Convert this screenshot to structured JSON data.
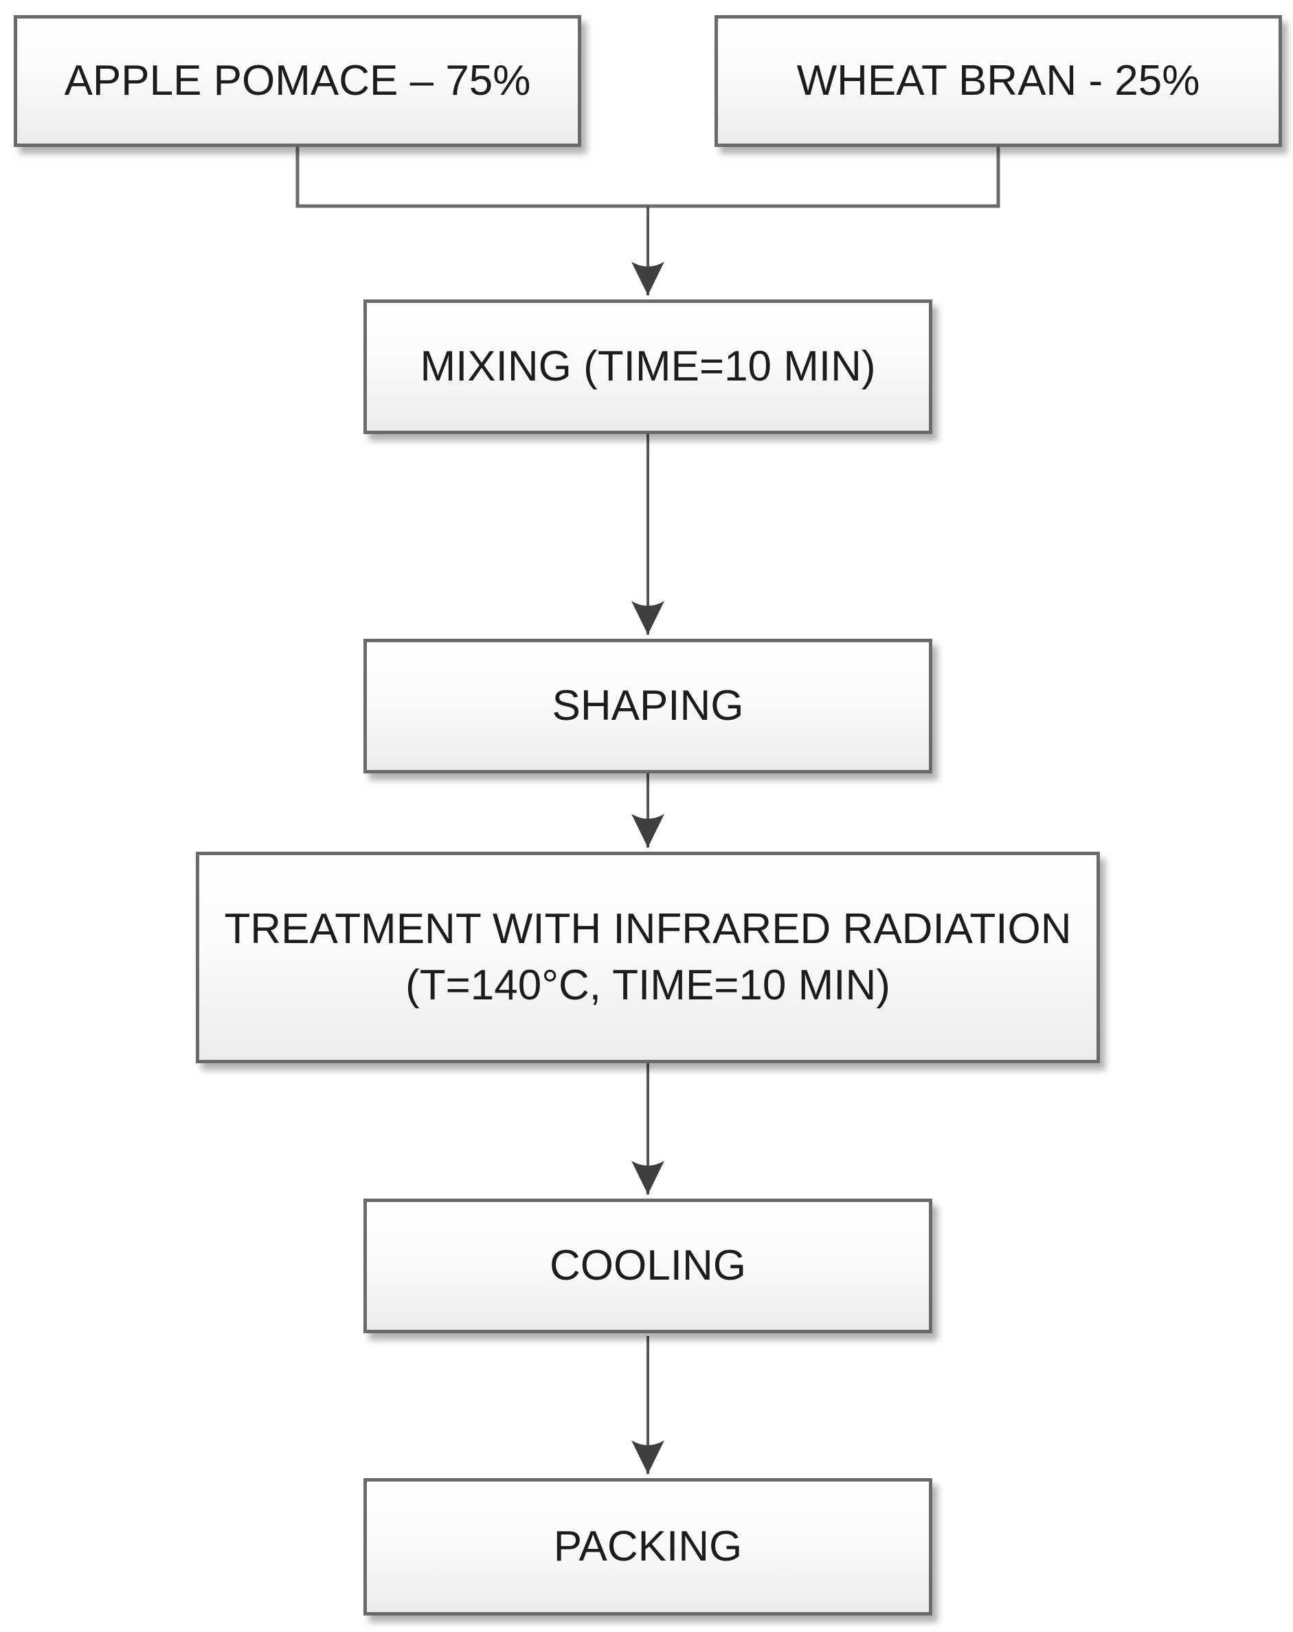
{
  "diagram": {
    "type": "flowchart",
    "description": "Production process flow diagram combining apple pomace and wheat bran",
    "nodes": [
      {
        "id": "apple-pomace",
        "label": "APPLE POMACE – 75%"
      },
      {
        "id": "wheat-bran",
        "label": "WHEAT BRAN - 25%"
      },
      {
        "id": "mixing",
        "label": "MIXING (TIME=10 MIN)"
      },
      {
        "id": "shaping",
        "label": "SHAPING"
      },
      {
        "id": "treatment",
        "label": "TREATMENT WITH INFRARED RADIATION (T=140°C, TIME=10 MIN)"
      },
      {
        "id": "cooling",
        "label": "COOLING"
      },
      {
        "id": "packing",
        "label": "PACKING"
      }
    ],
    "edges": [
      {
        "from": "apple-pomace",
        "to": "mixing",
        "via": "merge-junction"
      },
      {
        "from": "wheat-bran",
        "to": "mixing",
        "via": "merge-junction"
      },
      {
        "from": "mixing",
        "to": "shaping"
      },
      {
        "from": "shaping",
        "to": "treatment"
      },
      {
        "from": "treatment",
        "to": "cooling"
      },
      {
        "from": "cooling",
        "to": "packing"
      }
    ],
    "colors": {
      "box_border": "#6a6a6a",
      "box_fill_top": "#ffffff",
      "box_fill_bottom": "#ececec",
      "connector_line": "#5a5a5a",
      "arrowhead": "#3f3f3f",
      "text": "#1c1c1c",
      "background": "#ffffff"
    }
  }
}
